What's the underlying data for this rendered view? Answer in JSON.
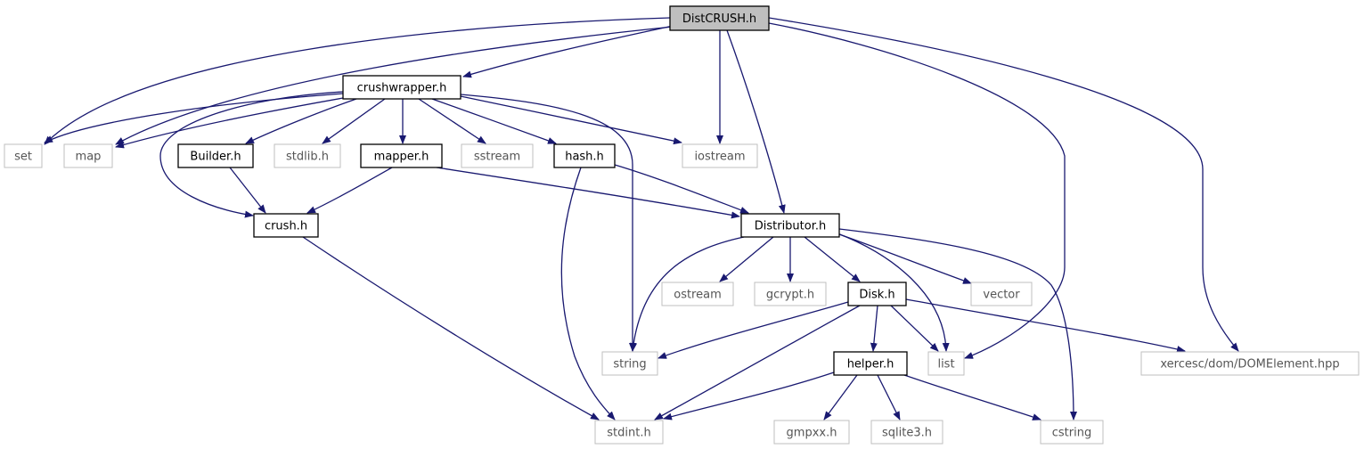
{
  "colors": {
    "edge": "#191970",
    "root_fill": "#bfbfbf",
    "documented_border": "#000000",
    "external_border": "#bfbfbf"
  },
  "nodes": [
    {
      "id": "distcrush",
      "label": "DistCRUSH.h",
      "kind": "root"
    },
    {
      "id": "crushwrapper",
      "label": "crushwrapper.h",
      "kind": "documented"
    },
    {
      "id": "set",
      "label": "set",
      "kind": "external"
    },
    {
      "id": "map",
      "label": "map",
      "kind": "external"
    },
    {
      "id": "builder",
      "label": "Builder.h",
      "kind": "documented"
    },
    {
      "id": "stdlib",
      "label": "stdlib.h",
      "kind": "external"
    },
    {
      "id": "mapper",
      "label": "mapper.h",
      "kind": "documented"
    },
    {
      "id": "sstream",
      "label": "sstream",
      "kind": "external"
    },
    {
      "id": "hash",
      "label": "hash.h",
      "kind": "documented"
    },
    {
      "id": "iostream",
      "label": "iostream",
      "kind": "external"
    },
    {
      "id": "crush",
      "label": "crush.h",
      "kind": "documented"
    },
    {
      "id": "distributor",
      "label": "Distributor.h",
      "kind": "documented"
    },
    {
      "id": "ostream",
      "label": "ostream",
      "kind": "external"
    },
    {
      "id": "gcrypt",
      "label": "gcrypt.h",
      "kind": "external"
    },
    {
      "id": "disk",
      "label": "Disk.h",
      "kind": "documented"
    },
    {
      "id": "vector",
      "label": "vector",
      "kind": "external"
    },
    {
      "id": "string",
      "label": "string",
      "kind": "external"
    },
    {
      "id": "helper",
      "label": "helper.h",
      "kind": "documented"
    },
    {
      "id": "list",
      "label": "list",
      "kind": "external"
    },
    {
      "id": "xerces",
      "label": "xercesc/dom/DOMElement.hpp",
      "kind": "external"
    },
    {
      "id": "stdint",
      "label": "stdint.h",
      "kind": "external"
    },
    {
      "id": "gmpxx",
      "label": "gmpxx.h",
      "kind": "external"
    },
    {
      "id": "sqlite3",
      "label": "sqlite3.h",
      "kind": "external"
    },
    {
      "id": "cstring",
      "label": "cstring",
      "kind": "external"
    }
  ],
  "edges": [
    {
      "from": "distcrush",
      "to": "crushwrapper"
    },
    {
      "from": "distcrush",
      "to": "set"
    },
    {
      "from": "distcrush",
      "to": "map"
    },
    {
      "from": "distcrush",
      "to": "iostream"
    },
    {
      "from": "distcrush",
      "to": "distributor"
    },
    {
      "from": "distcrush",
      "to": "list"
    },
    {
      "from": "distcrush",
      "to": "xerces"
    },
    {
      "from": "crushwrapper",
      "to": "set"
    },
    {
      "from": "crushwrapper",
      "to": "map"
    },
    {
      "from": "crushwrapper",
      "to": "builder"
    },
    {
      "from": "crushwrapper",
      "to": "stdlib"
    },
    {
      "from": "crushwrapper",
      "to": "mapper"
    },
    {
      "from": "crushwrapper",
      "to": "sstream"
    },
    {
      "from": "crushwrapper",
      "to": "hash"
    },
    {
      "from": "crushwrapper",
      "to": "iostream"
    },
    {
      "from": "crushwrapper",
      "to": "crush"
    },
    {
      "from": "crushwrapper",
      "to": "string"
    },
    {
      "from": "builder",
      "to": "crush"
    },
    {
      "from": "mapper",
      "to": "crush"
    },
    {
      "from": "mapper",
      "to": "distributor"
    },
    {
      "from": "hash",
      "to": "distributor"
    },
    {
      "from": "hash",
      "to": "stdint"
    },
    {
      "from": "crush",
      "to": "stdint"
    },
    {
      "from": "distributor",
      "to": "string"
    },
    {
      "from": "distributor",
      "to": "ostream"
    },
    {
      "from": "distributor",
      "to": "gcrypt"
    },
    {
      "from": "distributor",
      "to": "disk"
    },
    {
      "from": "distributor",
      "to": "list"
    },
    {
      "from": "distributor",
      "to": "vector"
    },
    {
      "from": "distributor",
      "to": "cstring"
    },
    {
      "from": "disk",
      "to": "string"
    },
    {
      "from": "disk",
      "to": "helper"
    },
    {
      "from": "disk",
      "to": "list"
    },
    {
      "from": "disk",
      "to": "xerces"
    },
    {
      "from": "disk",
      "to": "stdint"
    },
    {
      "from": "helper",
      "to": "stdint"
    },
    {
      "from": "helper",
      "to": "gmpxx"
    },
    {
      "from": "helper",
      "to": "sqlite3"
    },
    {
      "from": "helper",
      "to": "cstring"
    }
  ]
}
